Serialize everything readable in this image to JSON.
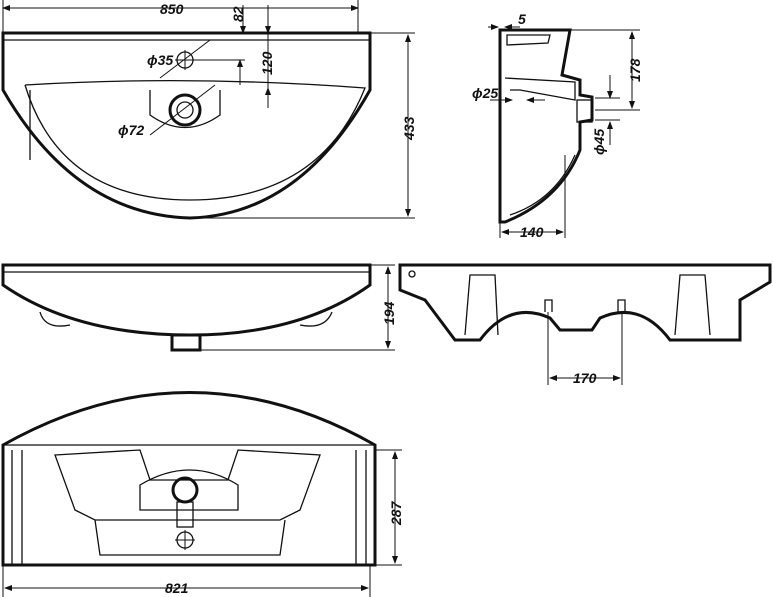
{
  "drawing": {
    "dimensions": {
      "width_top": "850",
      "rim_offset": "82",
      "tap_hole": "ϕ35",
      "tap_offset": "120",
      "drain_hole": "ϕ72",
      "depth_top": "433",
      "wall_thickness": "5",
      "overflow_height": "178",
      "overflow_hole": "ϕ25",
      "waste_hole": "ϕ45",
      "section_depth": "140",
      "front_height": "194",
      "mount_spacing": "170",
      "bottom_depth": "287",
      "width_bottom": "821"
    },
    "colors": {
      "line": "#111111",
      "background": "#ffffff"
    }
  }
}
